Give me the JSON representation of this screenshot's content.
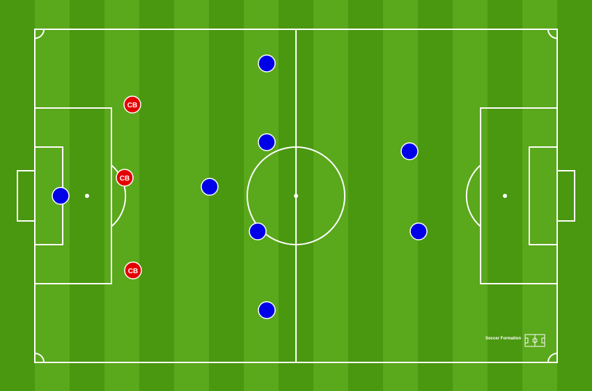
{
  "pitch": {
    "grass_light": "#5aa81b",
    "grass_dark": "#4a9710",
    "line_color": "#ffffff"
  },
  "players": [
    {
      "team": "red",
      "label": "CB"
    },
    {
      "team": "red",
      "label": "CB"
    },
    {
      "team": "red",
      "label": "CB"
    },
    {
      "team": "blue",
      "label": ""
    },
    {
      "team": "blue",
      "label": ""
    },
    {
      "team": "blue",
      "label": ""
    },
    {
      "team": "blue",
      "label": ""
    },
    {
      "team": "blue",
      "label": ""
    },
    {
      "team": "blue",
      "label": ""
    },
    {
      "team": "blue",
      "label": ""
    },
    {
      "team": "blue",
      "label": ""
    }
  ],
  "team_colors": {
    "red": "#e50000",
    "blue": "#0000e8"
  },
  "watermark": {
    "text": "Soccer Formation",
    "icon": "mini-pitch-icon"
  }
}
